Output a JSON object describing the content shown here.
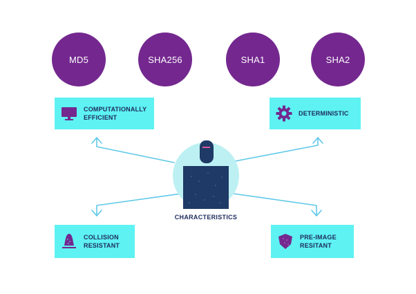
{
  "hash_functions": [
    {
      "label": "MD5"
    },
    {
      "label": "SHA256"
    },
    {
      "label": "SHA1"
    },
    {
      "label": "SHA2"
    }
  ],
  "characteristics": [
    {
      "id": "computationally-efficient",
      "line1": "COMPUTATIONALLY",
      "line2": "EFFICIENT",
      "icon": "monitor-icon"
    },
    {
      "id": "deterministic",
      "line1": "DETERMINISTIC",
      "line2": "",
      "icon": "gear-icon"
    },
    {
      "id": "collision-resistant",
      "line1": "COLLISION",
      "line2": "RESISTANT",
      "icon": "cone-icon"
    },
    {
      "id": "pre-image-resitant",
      "line1": "PRE-IMAGE",
      "line2": "RESITANT",
      "icon": "shield-icon"
    }
  ],
  "center": {
    "label": "CHARACTERISTICS",
    "icon": "person-icon"
  },
  "colors": {
    "circle": "#74288f",
    "box": "#5ef2f2",
    "text": "#1d2b5c",
    "arrow": "#5ec8e8",
    "halo": "#bdf0f3",
    "figure": "#1f3a66"
  }
}
